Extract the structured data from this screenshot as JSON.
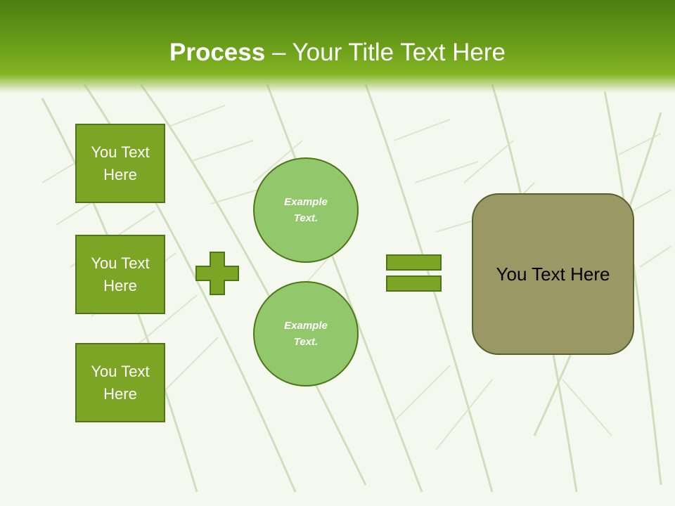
{
  "title": {
    "bold": "Process",
    "rest": " – Your Title Text Here"
  },
  "boxes": [
    {
      "line1": "You Text",
      "line2": "Here"
    },
    {
      "line1": "You Text",
      "line2": "Here"
    },
    {
      "line1": "You Text",
      "line2": "Here"
    }
  ],
  "circles": [
    {
      "line1": "Example",
      "line2": "Text."
    },
    {
      "line1": "Example",
      "line2": "Text."
    }
  ],
  "result": {
    "label": "You Text Here"
  },
  "operators": {
    "plus": "plus",
    "equals": "equals"
  },
  "colors": {
    "header": "#679b18",
    "box_fill": "#7ca526",
    "circle_fill": "#93c76b",
    "result_fill": "#9a9966",
    "outline": "#4f7616"
  }
}
